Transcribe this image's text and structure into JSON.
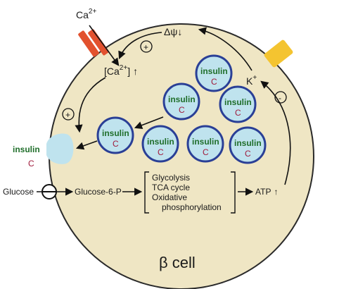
{
  "diagram": {
    "cell_label": "β cell",
    "calcium_out_label": "Ca",
    "calcium_out_sup": "2+",
    "calcium_in_label": "[Ca",
    "calcium_in_sup": "2+",
    "calcium_in_close": "]",
    "up_arrow": "↑",
    "down_arrow": "↓",
    "membrane_potential_label": "Δψ",
    "potassium_label": "K",
    "potassium_sup": "+",
    "plus_sign": "+",
    "minus_sign": "-",
    "glucose_label": "Glucose",
    "g6p_label": "Glucose-6-P",
    "metabolism_lines": [
      "Glycolysis",
      "TCA cycle",
      "Oxidative",
      "phosphorylation"
    ],
    "atp_label": "ATP",
    "granule_text": "insulin",
    "cpeptide_text": "C",
    "colors": {
      "cell_fill": "#efe6c4",
      "cell_stroke": "#2a2a2a",
      "granule_fill": "#bfe3ee",
      "granule_stroke": "#2a3f96",
      "calcium_channel": "#e2512e",
      "potassium_channel": "#f4c430",
      "insulin_text": "#1f6e2a",
      "cpeptide_text": "#a01c3c"
    }
  }
}
